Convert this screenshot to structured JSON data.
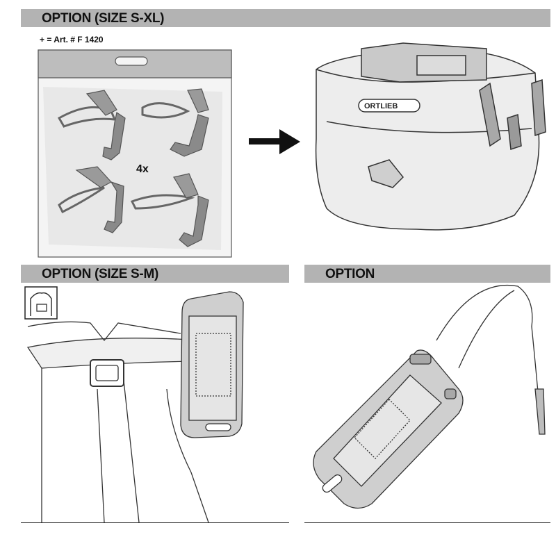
{
  "sections": {
    "top": {
      "title": "OPTION  (SIZE S-XL)",
      "art_number": "+ = Art. # F 1420",
      "quantity": "4x"
    },
    "bottom_left": {
      "title": "OPTION  (SIZE S-M)"
    },
    "bottom_right": {
      "title": "OPTION"
    }
  },
  "brand": {
    "logo_text": "ORTLIEB"
  },
  "colors": {
    "band": "#b3b3b3",
    "line": "#333333",
    "fill_light": "#e9e9e9",
    "fill_mid": "#c8c8c8"
  }
}
